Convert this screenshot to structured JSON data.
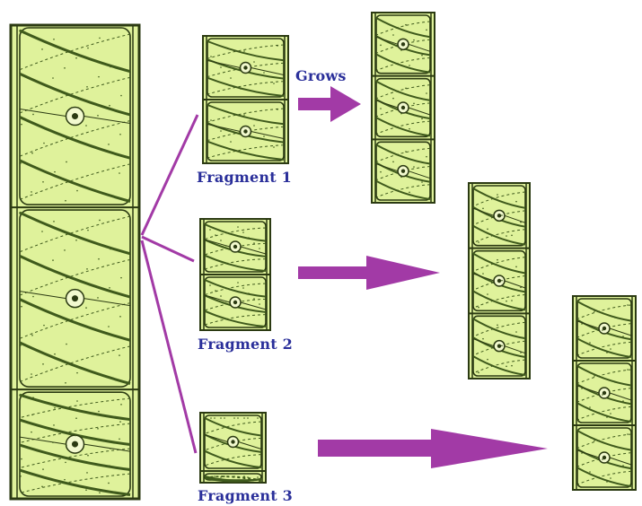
{
  "labels": {
    "grows": "Grows",
    "fragment_1": "Fragment 1",
    "fragment_2": "Fragment 2",
    "fragment_3": "Fragment 3"
  },
  "colors": {
    "cell_fill": "#dff29b",
    "cell_outline": "#2b3a12",
    "chloroplast": "#3f5a1c",
    "arrow": "#a23aa6",
    "label": "#2a2f9a"
  },
  "filaments": [
    {
      "name": "parent-filament",
      "cells": 2.6
    },
    {
      "name": "fragment-1",
      "cells": 2
    },
    {
      "name": "fragment-2",
      "cells": 2
    },
    {
      "name": "fragment-3",
      "cells": 1.2
    },
    {
      "name": "grown-filament-1",
      "cells": 3
    },
    {
      "name": "grown-filament-2",
      "cells": 3
    },
    {
      "name": "grown-filament-3",
      "cells": 3
    }
  ]
}
